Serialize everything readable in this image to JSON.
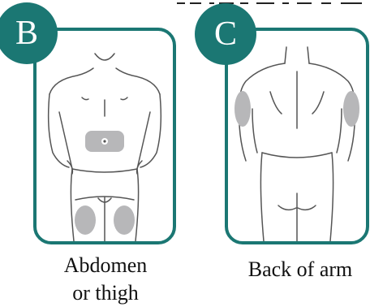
{
  "colors": {
    "accent": "#1b7773",
    "site_fill": "#b7b7b9",
    "outline": "#555555"
  },
  "panels": {
    "b": {
      "badge": "B",
      "caption_line1": "Abdomen",
      "caption_line2": "or thigh"
    },
    "c": {
      "badge": "C",
      "caption_line1": "Back of arm"
    }
  }
}
